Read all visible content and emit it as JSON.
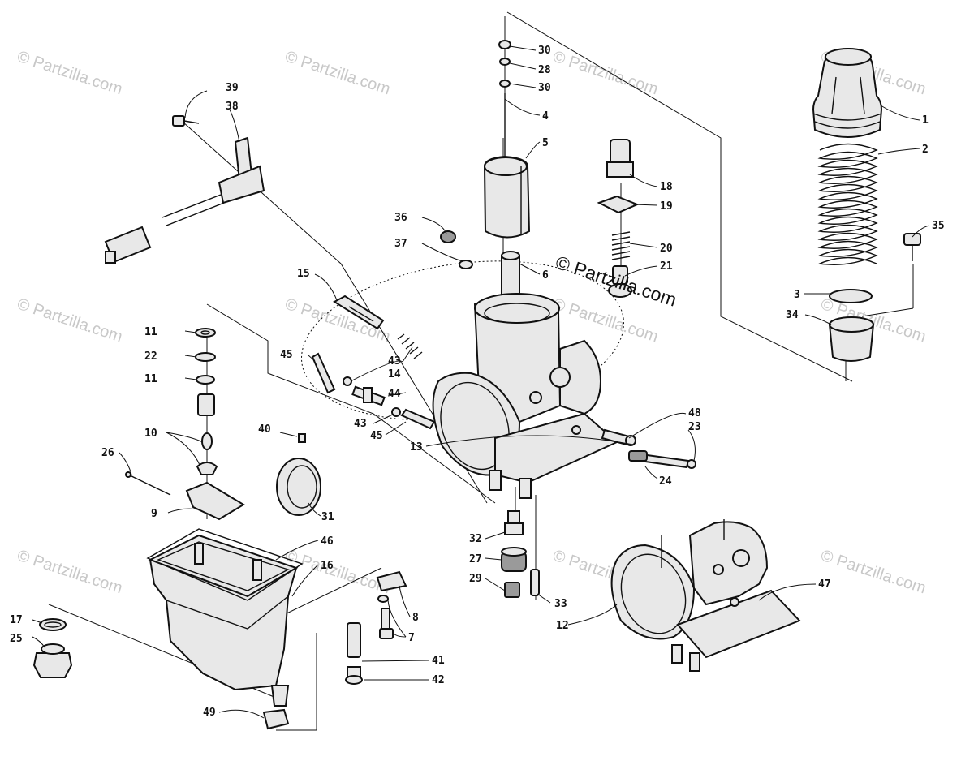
{
  "diagram": {
    "center_watermark": "© Partzilla.com",
    "background_watermarks": [
      "© Partzilla.com",
      "© Partzilla.com",
      "© Partzilla.com",
      "© Partzilla.com",
      "© Partzilla.com",
      "© Partzilla.com",
      "© Partzilla.com",
      "© Partzilla.com",
      "© Partzilla.com",
      "© Partzilla.com",
      "© Partzilla.com",
      "© Partzilla.com"
    ],
    "callouts": [
      {
        "num": "1"
      },
      {
        "num": "2"
      },
      {
        "num": "3"
      },
      {
        "num": "4"
      },
      {
        "num": "5"
      },
      {
        "num": "6"
      },
      {
        "num": "7"
      },
      {
        "num": "8"
      },
      {
        "num": "9"
      },
      {
        "num": "10"
      },
      {
        "num": "11"
      },
      {
        "num": "11"
      },
      {
        "num": "12"
      },
      {
        "num": "13"
      },
      {
        "num": "14"
      },
      {
        "num": "15"
      },
      {
        "num": "16"
      },
      {
        "num": "17"
      },
      {
        "num": "18"
      },
      {
        "num": "19"
      },
      {
        "num": "20"
      },
      {
        "num": "21"
      },
      {
        "num": "22"
      },
      {
        "num": "23"
      },
      {
        "num": "24"
      },
      {
        "num": "25"
      },
      {
        "num": "26"
      },
      {
        "num": "27"
      },
      {
        "num": "28"
      },
      {
        "num": "29"
      },
      {
        "num": "30"
      },
      {
        "num": "30"
      },
      {
        "num": "31"
      },
      {
        "num": "32"
      },
      {
        "num": "33"
      },
      {
        "num": "34"
      },
      {
        "num": "35"
      },
      {
        "num": "36"
      },
      {
        "num": "37"
      },
      {
        "num": "38"
      },
      {
        "num": "39"
      },
      {
        "num": "40"
      },
      {
        "num": "41"
      },
      {
        "num": "42"
      },
      {
        "num": "43"
      },
      {
        "num": "43"
      },
      {
        "num": "44"
      },
      {
        "num": "45"
      },
      {
        "num": "45"
      },
      {
        "num": "46"
      },
      {
        "num": "47"
      },
      {
        "num": "48"
      },
      {
        "num": "49"
      }
    ]
  }
}
